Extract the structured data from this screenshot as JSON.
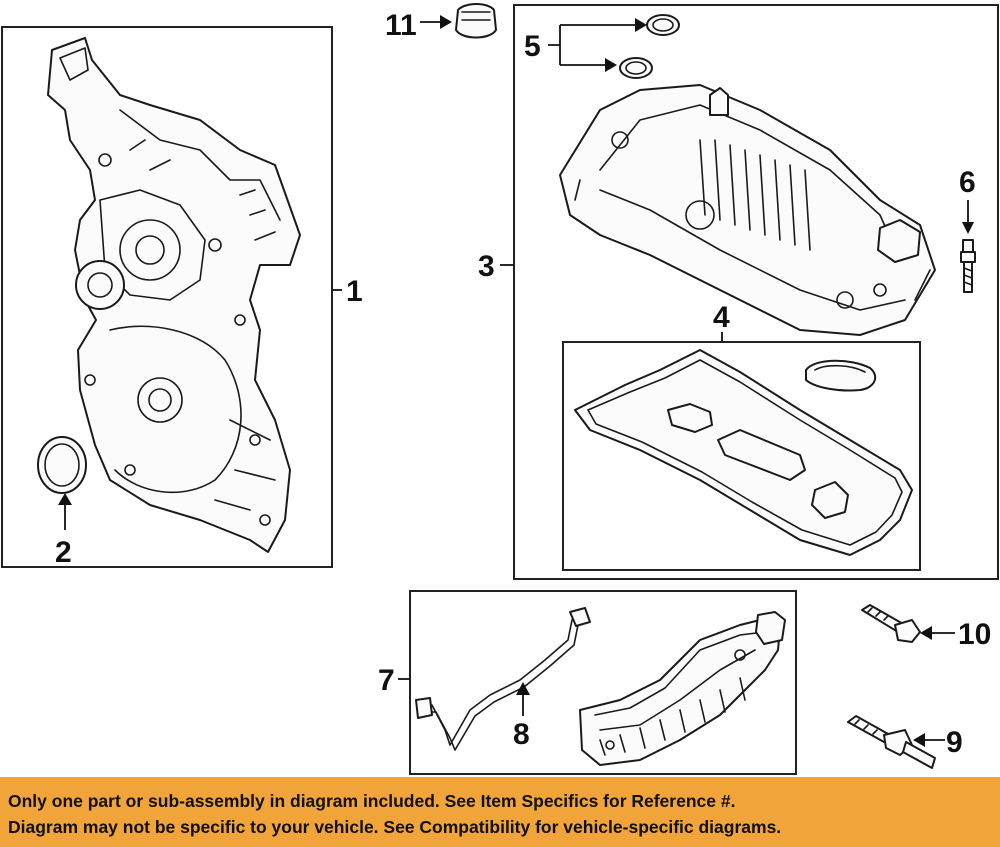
{
  "callouts": {
    "c1": "1",
    "c2": "2",
    "c3": "3",
    "c4": "4",
    "c5": "5",
    "c6": "6",
    "c7": "7",
    "c8": "8",
    "c9": "9",
    "c10": "10",
    "c11": "11"
  },
  "footer": {
    "line1": "Only one part or sub-assembly in diagram included. See Item Specifics for Reference #.",
    "line2": "Diagram may not be specific to your vehicle. See Compatibility for vehicle-specific diagrams."
  },
  "colors": {
    "banner": "#f0a43a",
    "ink": "#111111"
  }
}
